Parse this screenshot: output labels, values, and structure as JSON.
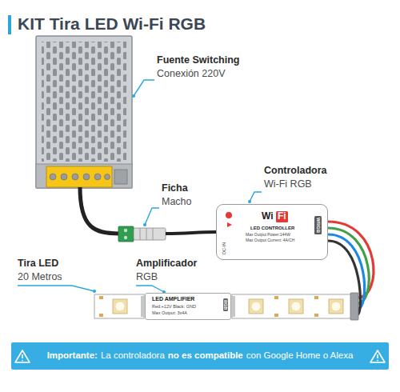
{
  "diagram": {
    "title": "KIT Tira LED Wi-Fi RGB",
    "nodes": [
      {
        "text": [
          "Wi",
          "Fi",
          "LED CONTROLLER",
          "Max Output Power:144W",
          "Max Output Current: 4A/CH",
          "WRGB",
          "DC-IN"
        ]
      },
      {
        "text": [
          "LED AMPLIFIER",
          "Red:+12V Black: GND",
          "Max Output: 3x4A",
          "RGB"
        ]
      }
    ],
    "labels": [
      "Fuente Switching",
      "Conexión 220V",
      "Ficha",
      "Macho",
      "Controladora",
      "Wi-Fi RGB",
      "Tira LED",
      "20 Metros",
      "Amplificador",
      "RGB",
      "Importante:",
      "La controladora",
      "no es compatible",
      "con Google Home o Alexa"
    ]
  }
}
